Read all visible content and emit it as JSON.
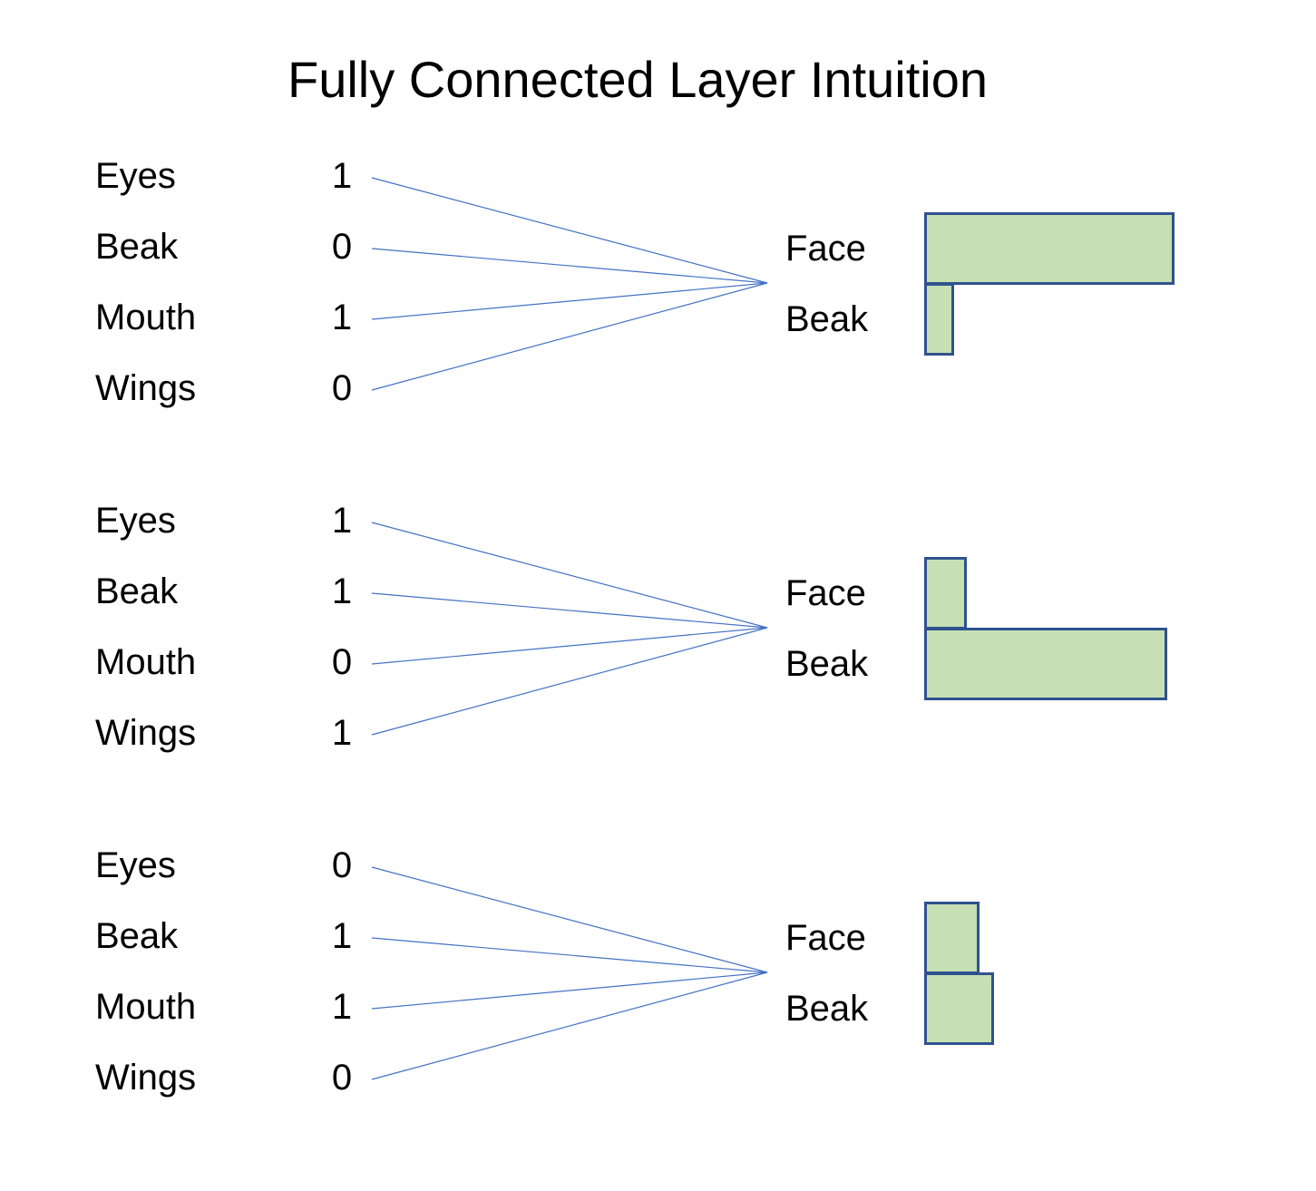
{
  "title": "Fully Connected Layer Intuition",
  "colors": {
    "bar_fill": "#c6e0b4",
    "bar_border": "#2f528f",
    "connection_line": "#4472c4"
  },
  "examples": [
    {
      "inputs": [
        {
          "label": "Eyes",
          "value": "1"
        },
        {
          "label": "Beak",
          "value": "0"
        },
        {
          "label": "Mouth",
          "value": "1"
        },
        {
          "label": "Wings",
          "value": "0"
        }
      ],
      "outputs": [
        {
          "label": "Face",
          "score": 1.0
        },
        {
          "label": "Beak",
          "score": 0.12
        }
      ]
    },
    {
      "inputs": [
        {
          "label": "Eyes",
          "value": "1"
        },
        {
          "label": "Beak",
          "value": "1"
        },
        {
          "label": "Mouth",
          "value": "0"
        },
        {
          "label": "Wings",
          "value": "1"
        }
      ],
      "outputs": [
        {
          "label": "Face",
          "score": 0.17
        },
        {
          "label": "Beak",
          "score": 0.97
        }
      ]
    },
    {
      "inputs": [
        {
          "label": "Eyes",
          "value": "0"
        },
        {
          "label": "Beak",
          "value": "1"
        },
        {
          "label": "Mouth",
          "value": "1"
        },
        {
          "label": "Wings",
          "value": "0"
        }
      ],
      "outputs": [
        {
          "label": "Face",
          "score": 0.22
        },
        {
          "label": "Beak",
          "score": 0.28
        }
      ]
    }
  ]
}
